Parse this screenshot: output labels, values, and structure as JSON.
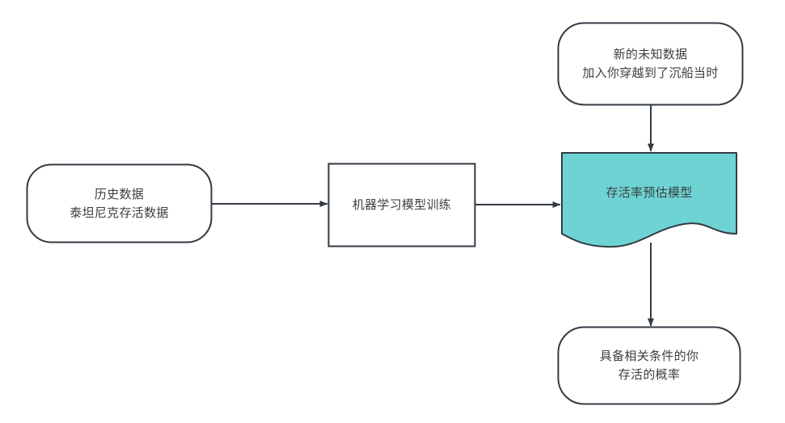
{
  "diagram": {
    "type": "flowchart",
    "background_color": "#ffffff",
    "stroke_color": "#333b44",
    "text_color": "#3b4043",
    "accent_fill": "#6ed3d3",
    "nodes": [
      {
        "id": "historical-data",
        "shape": "rounded-rectangle",
        "label": "历史数据\n泰坦尼克存活数据",
        "fill": "#ffffff"
      },
      {
        "id": "model-training",
        "shape": "rectangle",
        "label": "机器学习模型训练",
        "fill": "#ffffff"
      },
      {
        "id": "survival-model",
        "shape": "document",
        "label": "存活率预估模型",
        "fill": "#6ed3d3"
      },
      {
        "id": "new-unknown-data",
        "shape": "rounded-rectangle",
        "label": "新的未知数据\n加入你穿越到了沉船当时",
        "fill": "#ffffff"
      },
      {
        "id": "survival-probability",
        "shape": "rounded-rectangle",
        "label": "具备相关条件的你\n存活的概率",
        "fill": "#ffffff"
      }
    ],
    "edges": [
      {
        "id": "historical-to-training",
        "from": "historical-data",
        "to": "model-training",
        "direction": "right",
        "label": ""
      },
      {
        "id": "training-to-model",
        "from": "model-training",
        "to": "survival-model",
        "direction": "right",
        "label": ""
      },
      {
        "id": "newdata-to-model",
        "from": "new-unknown-data",
        "to": "survival-model",
        "direction": "down",
        "label": ""
      },
      {
        "id": "model-to-probability",
        "from": "survival-model",
        "to": "survival-probability",
        "direction": "down",
        "label": ""
      }
    ]
  }
}
